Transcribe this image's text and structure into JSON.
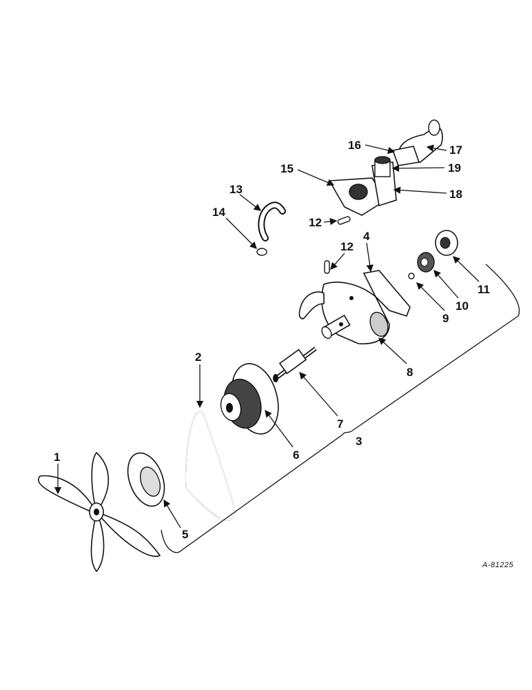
{
  "callouts": {
    "c1": "1",
    "c2": "2",
    "c3": "3",
    "c4": "4",
    "c5": "5",
    "c6": "6",
    "c7": "7",
    "c8": "8",
    "c9": "9",
    "c10": "10",
    "c11": "11",
    "c12a": "12",
    "c12b": "12",
    "c13": "13",
    "c14": "14",
    "c15": "15",
    "c16": "16",
    "c17": "17",
    "c18": "18",
    "c19": "19"
  },
  "drawing_id": "A-81225"
}
